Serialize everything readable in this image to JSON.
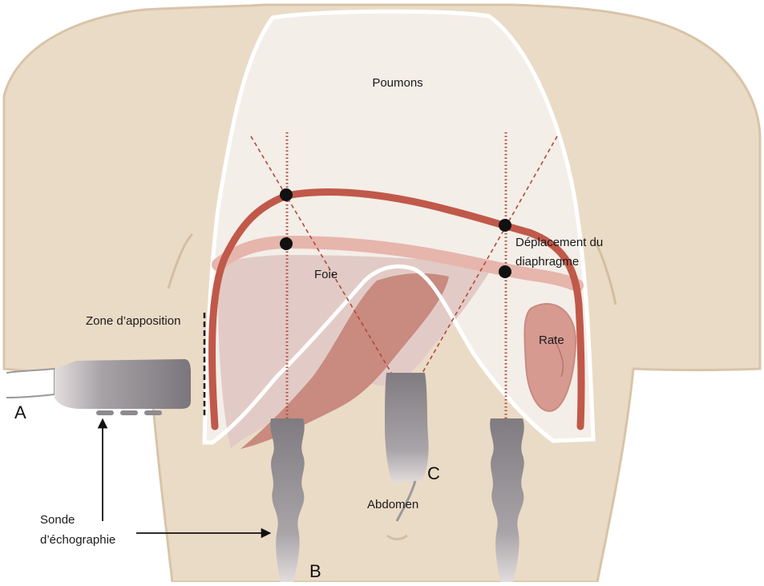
{
  "labels": {
    "lungs": "Poumons",
    "liver": "Foie",
    "spleen": "Rate",
    "diaphragm_line1": "Déplacement du",
    "diaphragm_line2": "diaphragme",
    "apposition_zone": "Zone d’apposition",
    "abdomen": "Abdomen",
    "probe_line1": "Sonde",
    "probe_line2": "d’échographie",
    "marker_a": "A",
    "marker_b": "B",
    "marker_c": "C"
  },
  "colors": {
    "skin": "#eadbc6",
    "skin_outline": "#d8c4a8",
    "lung_fill": "#f4eee8",
    "lung_outline": "#ffffff",
    "liver": "#e2cbc6",
    "liver_dark": "#c98a80",
    "diaphragm": "#c0594a",
    "diaphragm_exp": "#e6b5ac",
    "spleen": "#d69a90",
    "probe": "#8f8b8f",
    "scan_line": "#b34a3c"
  }
}
